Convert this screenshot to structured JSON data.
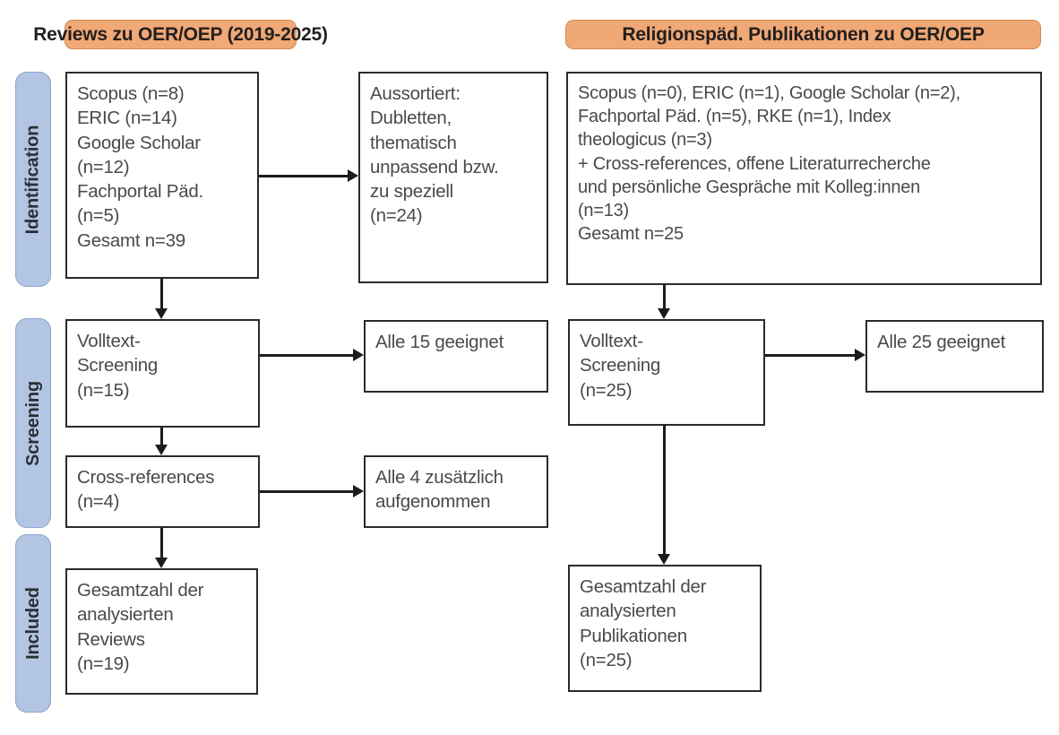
{
  "figure": {
    "type": "prisma-flow-diagram",
    "columns": [
      {
        "id": "left",
        "header": "Reviews zu OER/OEP (2019-2025)"
      },
      {
        "id": "right",
        "header": "Religionspäd. Publikationen zu OER/OEP"
      }
    ],
    "phases": [
      {
        "id": "identification",
        "label": "Identification"
      },
      {
        "id": "screening",
        "label": "Screening"
      },
      {
        "id": "included",
        "label": "Included"
      }
    ]
  },
  "colors": {
    "header_fill": "#F0A877",
    "header_border": "#D08A55",
    "phase_fill": "#B2C5E3",
    "phase_border": "#8FA6CC",
    "box_border": "#2b2b2b",
    "text": "#4a4a4a",
    "connector": "#1c1c1c",
    "background": "#ffffff"
  },
  "left_column": {
    "sources_box": {
      "lines": [
        "Scopus (n=8)",
        "ERIC (n=14)",
        "Google Scholar",
        "(n=12)",
        "Fachportal Päd.",
        "(n=5)",
        "Gesamt n=39"
      ]
    },
    "excluded_box": {
      "lines": [
        "Aussortiert:",
        "Dubletten,",
        "thematisch",
        "unpassend bzw.",
        "zu speziell",
        "(n=24)"
      ]
    },
    "fulltext_box": {
      "lines": [
        "Volltext-",
        "Screening",
        "(n=15)"
      ]
    },
    "fulltext_result_box": {
      "lines": [
        "Alle 15 geeignet"
      ]
    },
    "crossref_box": {
      "lines": [
        "Cross-references",
        "(n=4)"
      ]
    },
    "crossref_result_box": {
      "lines": [
        "Alle 4 zusätzlich",
        "aufgenommen"
      ]
    },
    "included_box": {
      "lines": [
        "Gesamtzahl der",
        "analysierten",
        "Reviews",
        "(n=19)"
      ]
    }
  },
  "right_column": {
    "sources_box": {
      "lines": [
        "Scopus (n=0), ERIC (n=1), Google Scholar (n=2),",
        "Fachportal Päd. (n=5), RKE (n=1), Index",
        "theologicus (n=3)",
        "+ Cross-references, offene Literaturrecherche",
        "und persönliche Gespräche mit Kolleg:innen",
        "(n=13)",
        "Gesamt n=25"
      ]
    },
    "fulltext_box": {
      "lines": [
        "Volltext-",
        "Screening",
        "(n=25)"
      ]
    },
    "fulltext_result_box": {
      "lines": [
        "Alle 25 geeignet"
      ]
    },
    "included_box": {
      "lines": [
        "Gesamtzahl der",
        "analysierten",
        "Publikationen",
        "(n=25)"
      ]
    }
  },
  "chart_data": {
    "type": "table",
    "title": "PRISMA flow: Reviews und religionspädagogische Publikationen zu OER/OEP",
    "left_column_counts": {
      "Scopus": 8,
      "ERIC": 14,
      "Google Scholar": 12,
      "Fachportal Päd.": 5,
      "Gesamt identifiziert": 39,
      "Aussortiert": 24,
      "Volltext-Screening": 15,
      "Alle geeignet": 15,
      "Cross-references": 4,
      "Zusätzlich aufgenommen": 4,
      "Analysierte Reviews": 19
    },
    "right_column_counts": {
      "Scopus": 0,
      "ERIC": 1,
      "Google Scholar": 2,
      "Fachportal Päd.": 5,
      "RKE": 1,
      "Index theologicus": 3,
      "Cross-references / offene Recherche / Gespräche": 13,
      "Gesamt identifiziert": 25,
      "Volltext-Screening": 25,
      "Alle geeignet": 25,
      "Analysierte Publikationen": 25
    }
  }
}
